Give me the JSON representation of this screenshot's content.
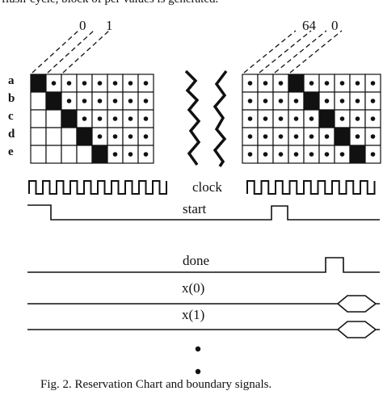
{
  "top_text": "flush-cycle, block of per values is generated.",
  "left_chart": {
    "column_labels": [
      "0",
      "1"
    ],
    "row_labels": [
      "a",
      "b",
      "c",
      "d",
      "e"
    ],
    "rows": [
      [
        "B",
        "D",
        "D",
        "D",
        "D",
        "D",
        "D",
        "D"
      ],
      [
        "",
        "B",
        "D",
        "D",
        "D",
        "D",
        "D",
        "D"
      ],
      [
        "",
        "",
        "B",
        "D",
        "D",
        "D",
        "D",
        "D"
      ],
      [
        "",
        "",
        "",
        "B",
        "D",
        "D",
        "D",
        "D"
      ],
      [
        "",
        "",
        "",
        "",
        "B",
        "D",
        "D",
        "D"
      ]
    ]
  },
  "right_chart": {
    "column_labels": [
      "64",
      "0"
    ],
    "rows": [
      [
        "D",
        "D",
        "D",
        "B",
        "D",
        "D",
        "D",
        "D",
        "D"
      ],
      [
        "D",
        "D",
        "D",
        "D",
        "B",
        "D",
        "D",
        "D",
        "D"
      ],
      [
        "D",
        "D",
        "D",
        "D",
        "D",
        "B",
        "D",
        "D",
        "D"
      ],
      [
        "D",
        "D",
        "D",
        "D",
        "D",
        "D",
        "B",
        "D",
        "D"
      ],
      [
        "D",
        "D",
        "D",
        "D",
        "D",
        "D",
        "D",
        "B",
        "D"
      ]
    ]
  },
  "signals": {
    "clock": "clock",
    "start": "start",
    "done": "done",
    "x0": "x(0)",
    "x1": "x(1)"
  },
  "caption": "Fig. 2. Reservation Chart and boundary signals.",
  "colors": {
    "ink": "#111111",
    "paper": "#ffffff"
  }
}
